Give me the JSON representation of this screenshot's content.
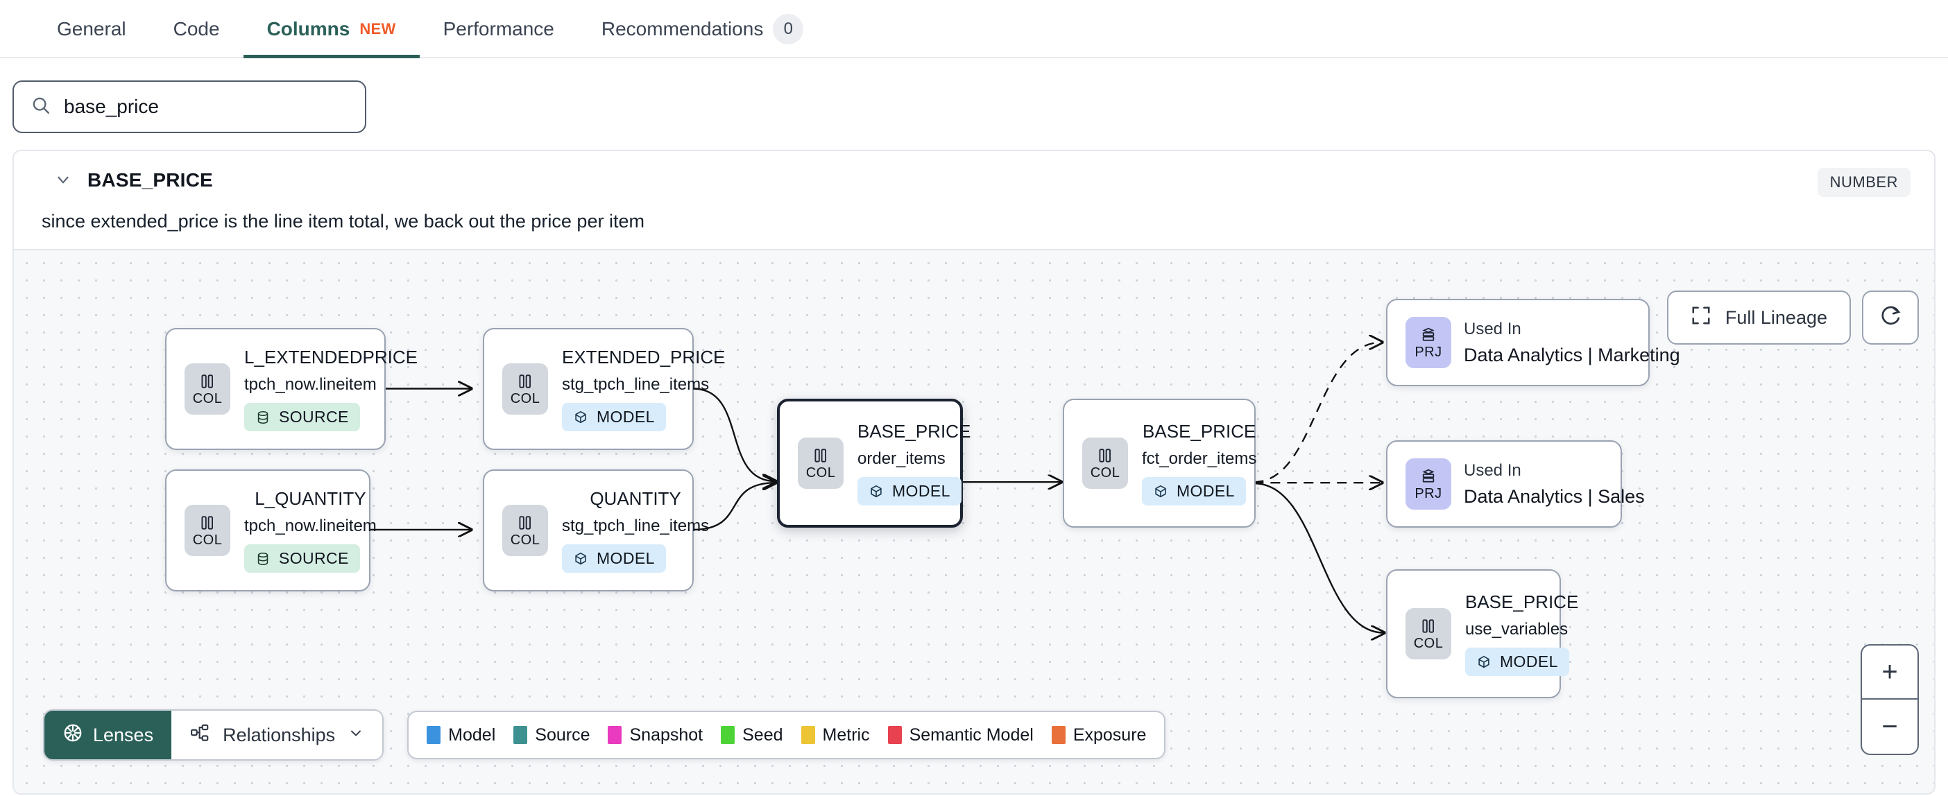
{
  "tabs": [
    {
      "label": "General",
      "active": false
    },
    {
      "label": "Code",
      "active": false
    },
    {
      "label": "Columns",
      "active": true,
      "new_badge": "NEW"
    },
    {
      "label": "Performance",
      "active": false
    },
    {
      "label": "Recommendations",
      "active": false,
      "count": "0"
    }
  ],
  "search": {
    "value": "base_price",
    "placeholder": "Search columns",
    "icon": "search-icon"
  },
  "column": {
    "name": "BASE_PRICE",
    "type": "NUMBER",
    "description": "since extended_price is the line item total, we back out the price per item"
  },
  "lineage": {
    "full_lineage_label": "Full Lineage",
    "refresh_icon": "refresh-icon",
    "zoom_in": "+",
    "zoom_out": "−",
    "nodes": [
      {
        "id": "l_extendedprice",
        "chip": "COL",
        "title": "L_EXTENDEDPRICE",
        "sub": "tpch_now.lineitem",
        "badge": "SOURCE",
        "badge_type": "source"
      },
      {
        "id": "l_quantity",
        "chip": "COL",
        "title": "L_QUANTITY",
        "sub": "tpch_now.lineitem",
        "badge": "SOURCE",
        "badge_type": "source"
      },
      {
        "id": "extended_price",
        "chip": "COL",
        "title": "EXTENDED_PRICE",
        "sub": "stg_tpch_line_items",
        "badge": "MODEL",
        "badge_type": "model"
      },
      {
        "id": "quantity",
        "chip": "COL",
        "title": "QUANTITY",
        "sub": "stg_tpch_line_items",
        "badge": "MODEL",
        "badge_type": "model"
      },
      {
        "id": "base_price_order_items",
        "chip": "COL",
        "title": "BASE_PRICE",
        "sub": "order_items",
        "badge": "MODEL",
        "badge_type": "model",
        "selected": true
      },
      {
        "id": "base_price_fct_order_items",
        "chip": "COL",
        "title": "BASE_PRICE",
        "sub": "fct_order_items",
        "badge": "MODEL",
        "badge_type": "model"
      },
      {
        "id": "base_price_use_variables",
        "chip": "COL",
        "title": "BASE_PRICE",
        "sub": "use_variables",
        "badge": "MODEL",
        "badge_type": "model"
      }
    ],
    "project_nodes": [
      {
        "id": "prj_marketing",
        "chip": "PRJ",
        "small": "Used In",
        "name": "Data Analytics | Marketing"
      },
      {
        "id": "prj_sales",
        "chip": "PRJ",
        "small": "Used In",
        "name": "Data Analytics | Sales"
      }
    ],
    "controls": {
      "lenses_label": "Lenses",
      "lenses_icon": "aperture-icon",
      "relationships_label": "Relationships",
      "relationships_icon": "relationships-icon",
      "relationships_chevron": "chevron-down-icon"
    },
    "legend": [
      {
        "label": "Model",
        "color": "#3b93e0"
      },
      {
        "label": "Source",
        "color": "#3f9090"
      },
      {
        "label": "Snapshot",
        "color": "#e93ac0"
      },
      {
        "label": "Seed",
        "color": "#4ed337"
      },
      {
        "label": "Metric",
        "color": "#edc534"
      },
      {
        "label": "Semantic Model",
        "color": "#e8414f"
      },
      {
        "label": "Exposure",
        "color": "#e8703a"
      }
    ]
  }
}
